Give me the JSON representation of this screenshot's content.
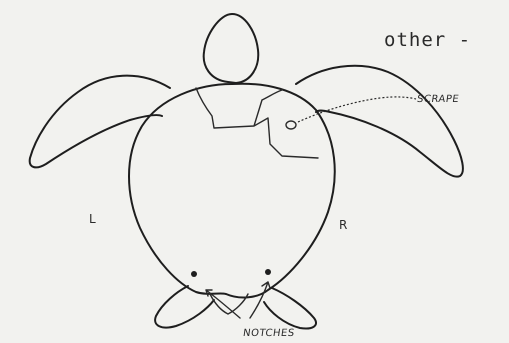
{
  "typed_text": "other -",
  "labels": {
    "scrape": "SCRAPE",
    "left": "L",
    "right": "R",
    "notches": "NOTCHES"
  },
  "colors": {
    "ink": "#1e1e1e",
    "paper": "#f2f2ef"
  }
}
